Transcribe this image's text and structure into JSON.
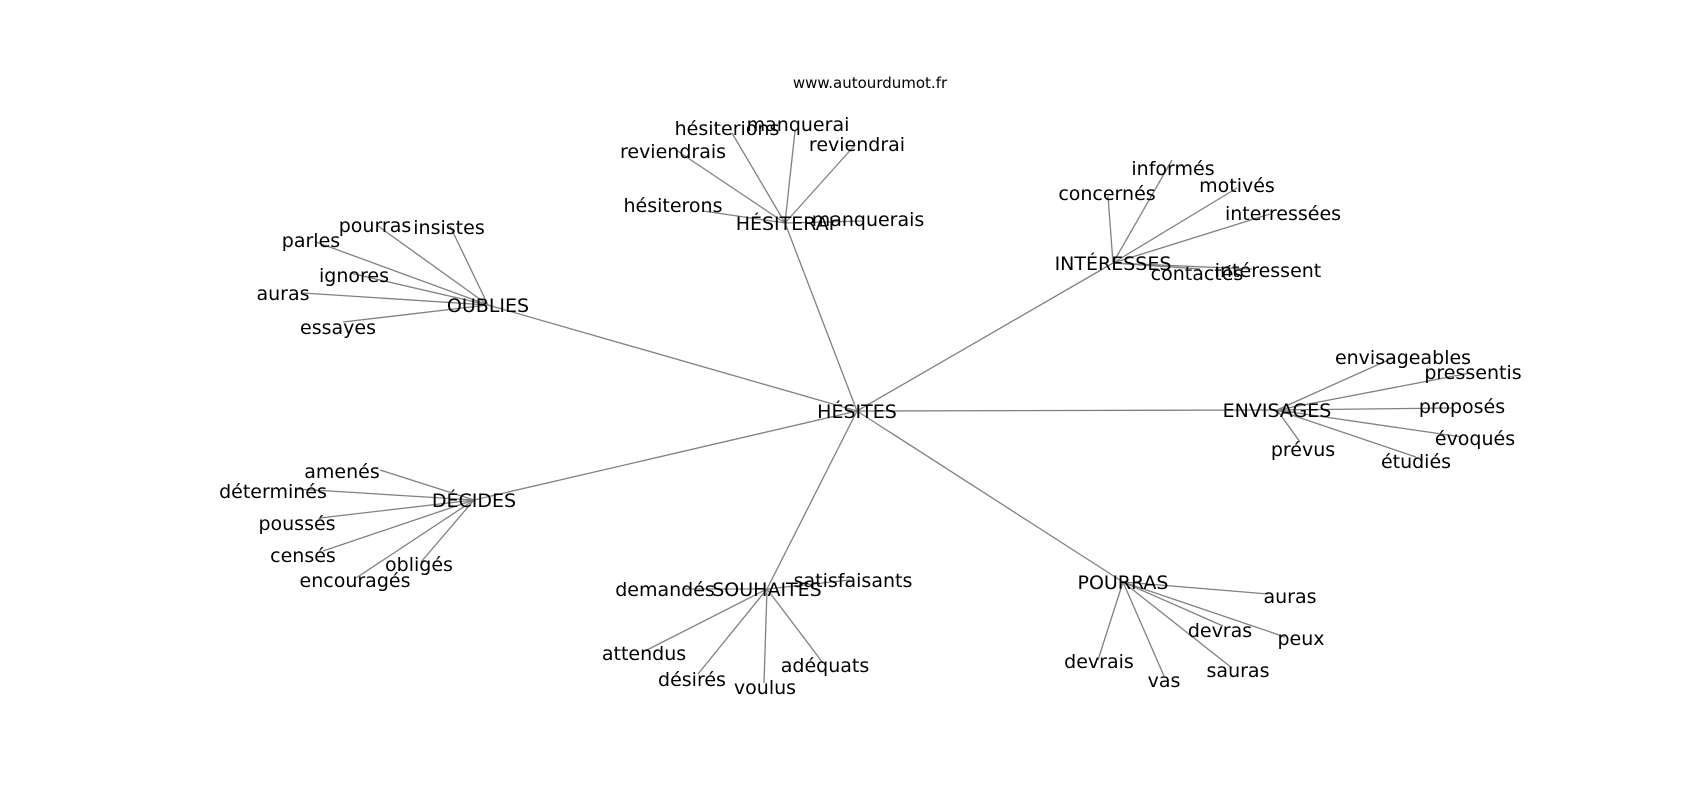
{
  "source": "www.autourdumot.fr",
  "colors": {
    "edge": "#808080",
    "text": "#000000",
    "background": "#ffffff"
  },
  "center": "HÉSITES",
  "clusters": [
    {
      "word": "HÉSITERAI",
      "leaves": [
        "hésiterions",
        "manquerai",
        "reviendrais",
        "reviendrai",
        "hésiterons",
        "manquerais"
      ]
    },
    {
      "word": "INTÉRESSES",
      "leaves": [
        "informés",
        "concernés",
        "motivés",
        "interressées",
        "contactés",
        "intéressent"
      ]
    },
    {
      "word": "OUBLIES",
      "leaves": [
        "pourras",
        "insistes",
        "parles",
        "ignores",
        "auras",
        "essayes"
      ]
    },
    {
      "word": "ENVISAGES",
      "leaves": [
        "envisageables",
        "pressentis",
        "proposés",
        "évoqués",
        "prévus",
        "étudiés"
      ]
    },
    {
      "word": "DÉCIDES",
      "leaves": [
        "amenés",
        "déterminés",
        "poussés",
        "censés",
        "obligés",
        "encouragés"
      ]
    },
    {
      "word": "SOUHAITES",
      "leaves": [
        "satisfaisants",
        "demandés",
        "attendus",
        "adéquats",
        "désirés",
        "voulus"
      ]
    },
    {
      "word": "POURRAS",
      "leaves": [
        "auras",
        "devras",
        "peux",
        "devrais",
        "sauras",
        "vas"
      ]
    }
  ]
}
